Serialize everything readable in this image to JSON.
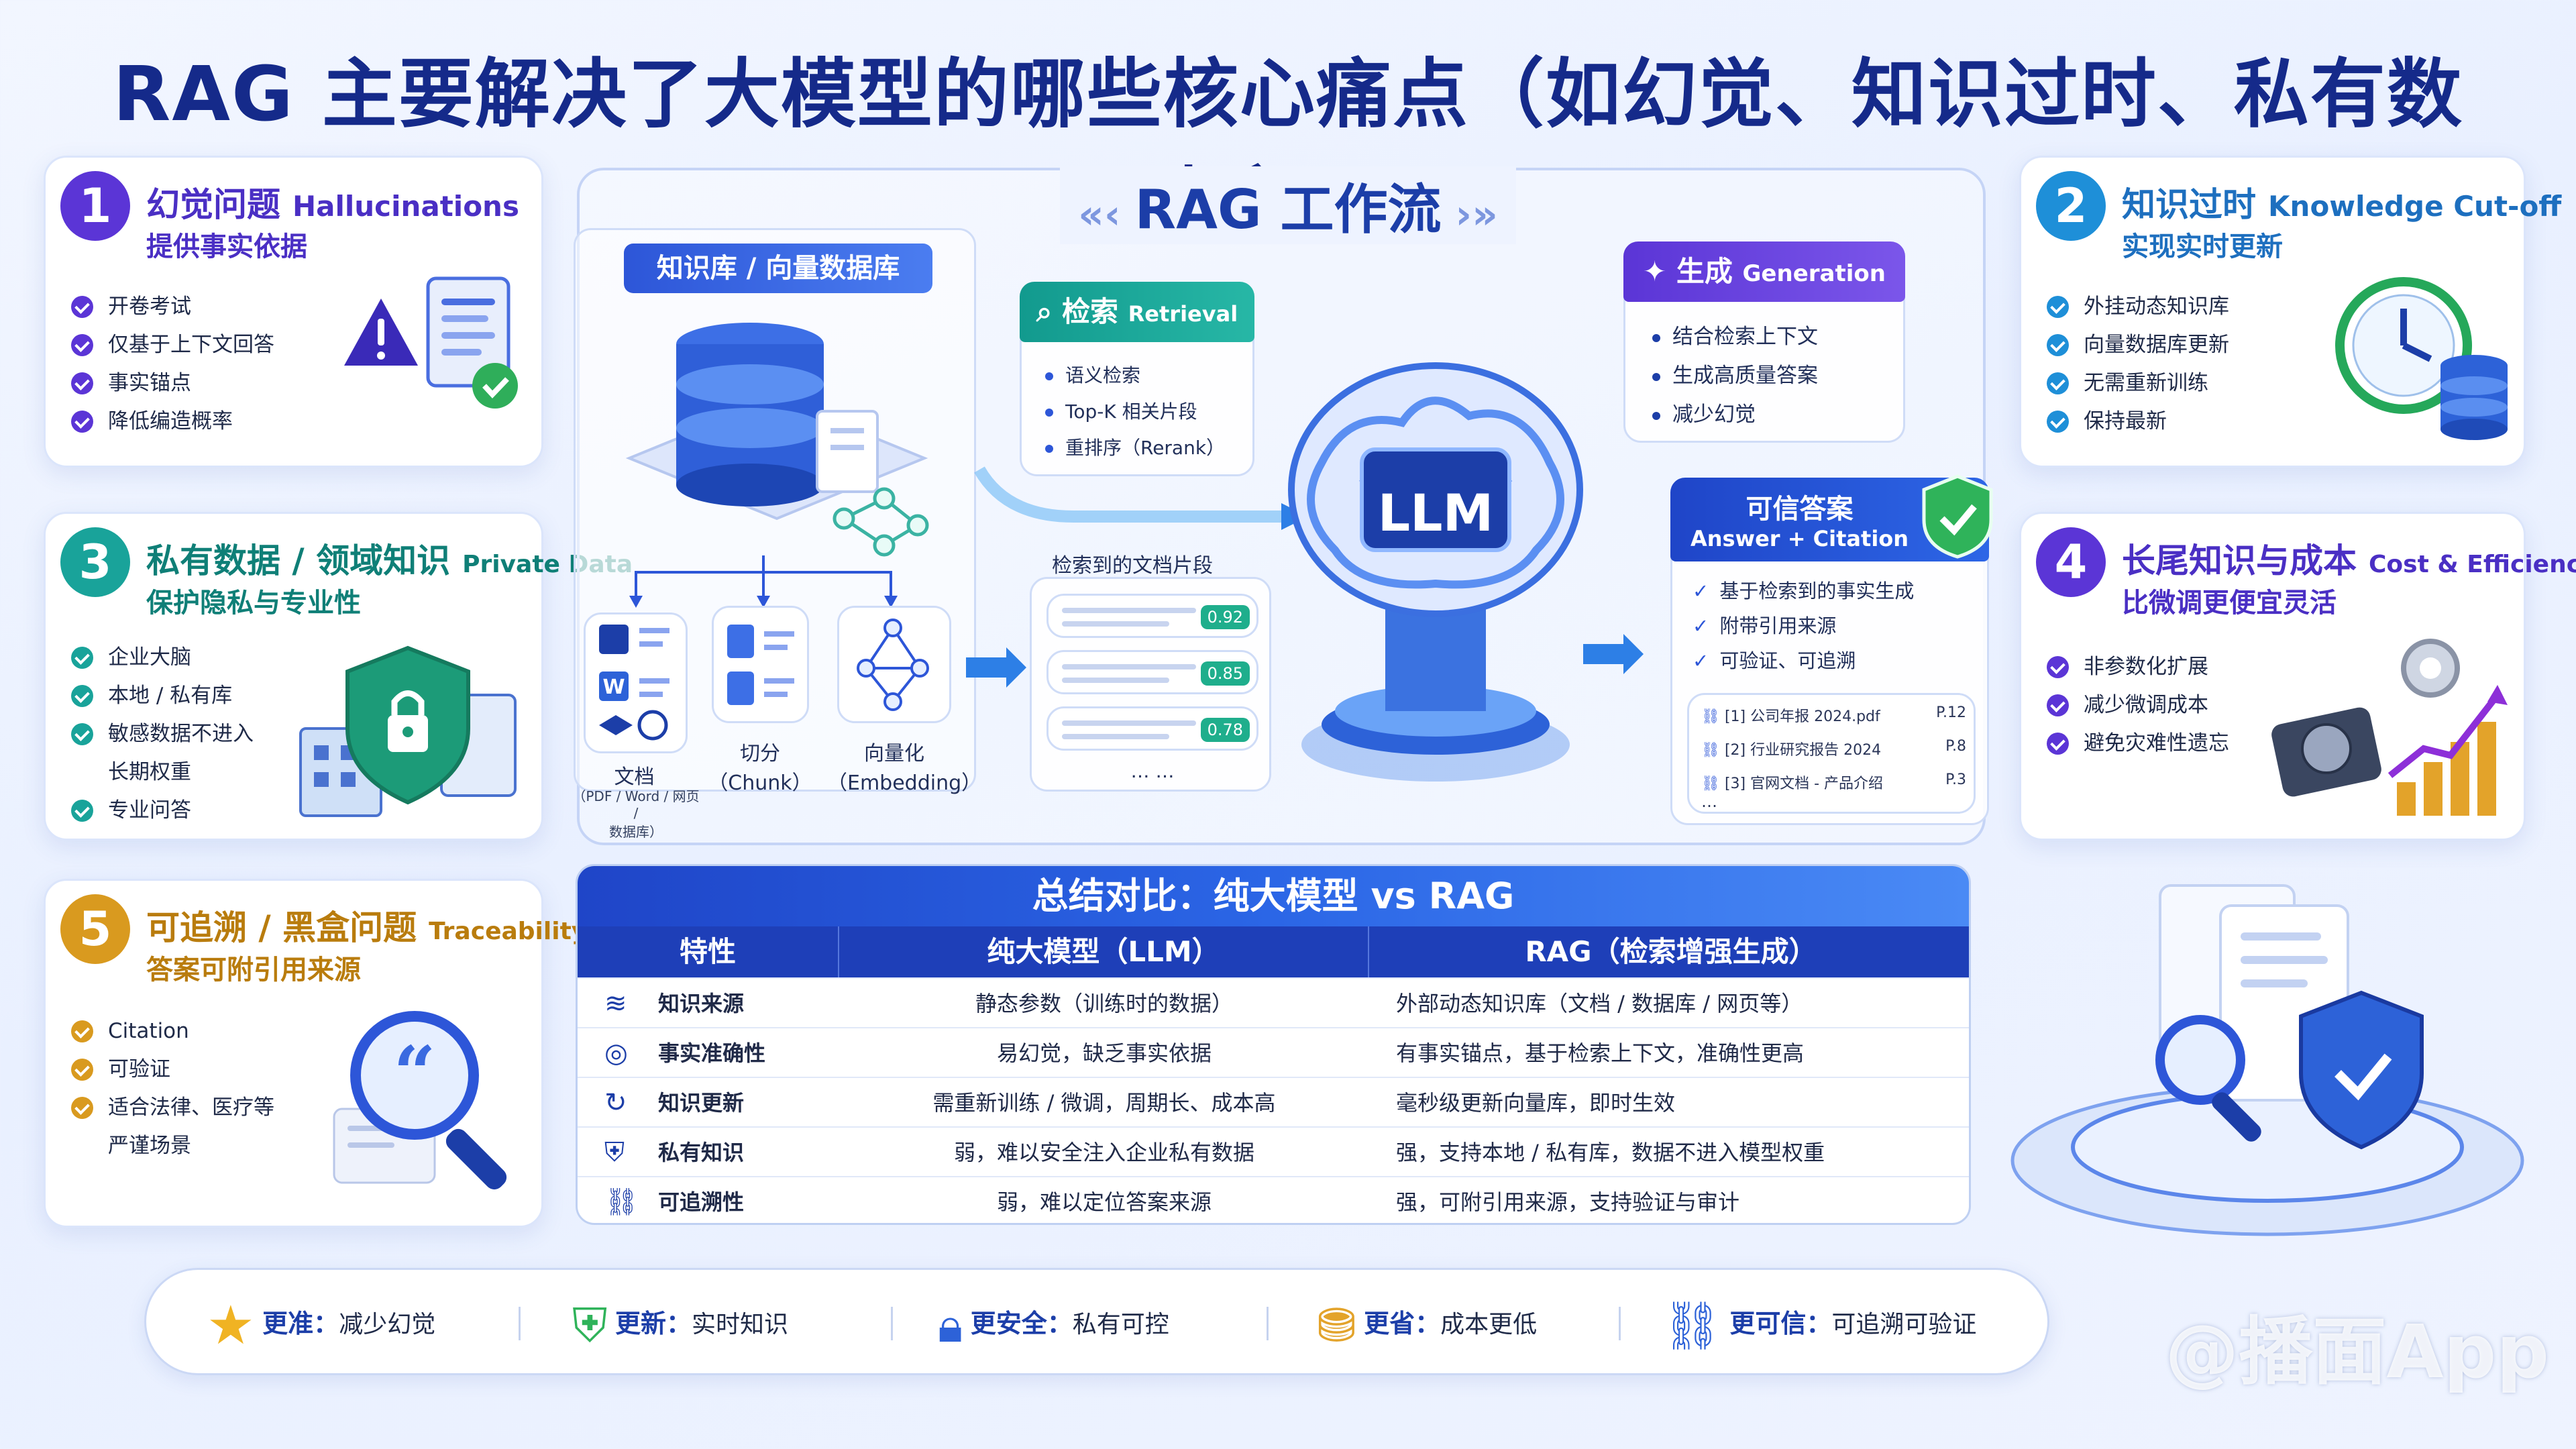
{
  "title": "RAG 主要解决了大模型的哪些核心痛点（如幻觉、知识过时、私有数据）？",
  "colors": {
    "blue": "#2d56d8",
    "teal": "#19a39a",
    "purple": "#5b35d6",
    "orange": "#d99a1f",
    "navy": "#152a8a"
  },
  "cards": [
    {
      "num": "1",
      "title": "幻觉问题",
      "title_en": "Hallucinations",
      "subtitle": "提供事实依据",
      "items": [
        "开卷考试",
        "仅基于上下文回答",
        "事实锚点",
        "降低编造概率"
      ]
    },
    {
      "num": "2",
      "title": "知识过时",
      "title_en": "Knowledge Cut-off",
      "subtitle": "实现实时更新",
      "items": [
        "外挂动态知识库",
        "向量数据库更新",
        "无需重新训练",
        "保持最新"
      ]
    },
    {
      "num": "3",
      "title": "私有数据 / 领域知识",
      "title_en": "Private Data",
      "subtitle": "保护隐私与专业性",
      "items": [
        "企业大脑",
        "本地 / 私有库",
        "敏感数据不进入",
        "长期权重",
        "专业问答"
      ]
    },
    {
      "num": "4",
      "title": "长尾知识与成本",
      "title_en": "Cost & Efficiency",
      "subtitle": "比微调更便宜灵活",
      "items": [
        "非参数化扩展",
        "减少微调成本",
        "避免灾难性遗忘"
      ]
    },
    {
      "num": "5",
      "title": "可追溯 / 黑盒问题",
      "title_en": "Traceability",
      "subtitle": "答案可附引用来源",
      "items": [
        "Citation",
        "可验证",
        "适合法律、医疗等",
        "严谨场景"
      ]
    }
  ],
  "workflow": {
    "title": "RAG 工作流",
    "kb": {
      "label": "知识库 / 向量数据库",
      "steps": [
        {
          "label": "文档",
          "sub": "（PDF / Word / 网页 /",
          "sub2": "数据库）"
        },
        {
          "label": "切分",
          "sub": "（Chunk）"
        },
        {
          "label": "向量化",
          "sub": "（Embedding）"
        }
      ]
    },
    "retrieval": {
      "label": "检索",
      "label_en": "Retrieval",
      "items": [
        "语义检索",
        "Top-K 相关片段",
        "重排序（Rerank）"
      ]
    },
    "snippets": {
      "label": "检索到的文档片段",
      "scores": [
        "0.92",
        "0.85",
        "0.78"
      ],
      "more": "… …"
    },
    "llm": "LLM",
    "generation": {
      "label": "生成",
      "label_en": "Generation",
      "items": [
        "结合检索上下文",
        "生成高质量答案",
        "减少幻觉"
      ]
    },
    "answer": {
      "label": "可信答案",
      "label_en": "Answer + Citation",
      "items": [
        "基于检索到的事实生成",
        "附带引用来源",
        "可验证、可追溯"
      ],
      "citations": [
        {
          "text": "[1] 公司年报 2024.pdf",
          "page": "P.12"
        },
        {
          "text": "[2] 行业研究报告 2024",
          "page": "P.8"
        },
        {
          "text": "[3] 官网文档 - 产品介绍",
          "page": "P.3"
        }
      ],
      "more": "…"
    }
  },
  "table": {
    "title": "总结对比：纯大模型 vs RAG",
    "headers": [
      "特性",
      "纯大模型（LLM）",
      "RAG（检索增强生成）"
    ],
    "rows": [
      {
        "feature": "知识来源",
        "llm": "静态参数（训练时的数据）",
        "rag": "外部动态知识库（文档 / 数据库 / 网页等）"
      },
      {
        "feature": "事实准确性",
        "llm": "易幻觉，缺乏事实依据",
        "rag": "有事实锚点，基于检索上下文，准确性更高"
      },
      {
        "feature": "知识更新",
        "llm": "需重新训练 / 微调，周期长、成本高",
        "rag": "毫秒级更新向量库，即时生效"
      },
      {
        "feature": "私有知识",
        "llm": "弱，难以安全注入企业私有数据",
        "rag": "强，支持本地 / 私有库，数据不进入模型权重"
      },
      {
        "feature": "可追溯性",
        "llm": "弱，难以定位答案来源",
        "rag": "强，可附引用来源，支持验证与审计"
      }
    ]
  },
  "bottom": [
    {
      "bold": "更准：",
      "text": "减少幻觉"
    },
    {
      "bold": "更新：",
      "text": "实时知识"
    },
    {
      "bold": "更安全：",
      "text": "私有可控"
    },
    {
      "bold": "更省：",
      "text": "成本更低"
    },
    {
      "bold": "更可信：",
      "text": "可追溯可验证"
    }
  ],
  "watermark": "@播面App"
}
